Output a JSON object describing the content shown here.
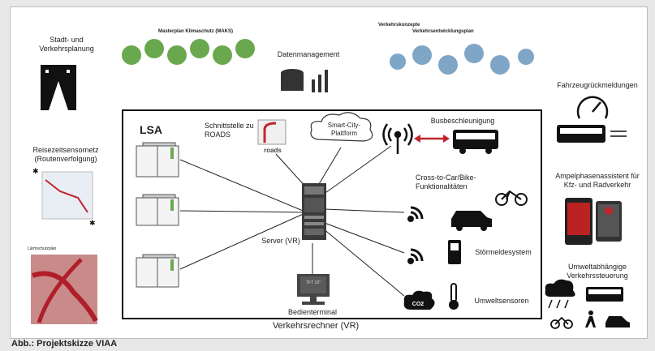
{
  "caption": "Abb.: Projektskizze VIAA",
  "left_column": {
    "planning": "Stadt- und Verkehrsplanung",
    "travel_sensors": "Reisezeitsensornetz (Routenverfolgung)",
    "noise_plan": "Lärmschutzplan"
  },
  "top": {
    "maks": "Masterplan Klimaschutz (MAKS)",
    "data_mgmt": "Datenmanagement",
    "traffic_concepts": "Verkehrskonzepte",
    "traffic_dev_plan": "Verkehrsentwicklungsplan"
  },
  "right_column": {
    "vehicle_feedback": "Fahrzeugrückmeldungen",
    "traffic_light_assistant": "Ampelphasenassistent für Kfz- und Radverkehr",
    "env_control": "Umweltabhängige Verkehrssteuerung"
  },
  "center": {
    "lsa": "LSA",
    "interface": "Schnittstelle zu ROADS",
    "roads_logo": "roads",
    "smart_city": "Smart-City-Plattform",
    "server": "Server (VR)",
    "terminal": "Bedienterminal",
    "monitor_label": "TFT 19\"",
    "vr_title": "Verkehrsrechner (VR)",
    "bus_priority": "Busbeschleunigung",
    "c2x": "Cross-to-Car/Bike-Funktionalitäten",
    "fault_report": "Störmeldesystem",
    "env_sensors": "Umweltsensoren",
    "co2": "CO2"
  },
  "colors": {
    "accent_red": "#c0262d",
    "green": "#6aa84f",
    "dark": "#111111"
  }
}
